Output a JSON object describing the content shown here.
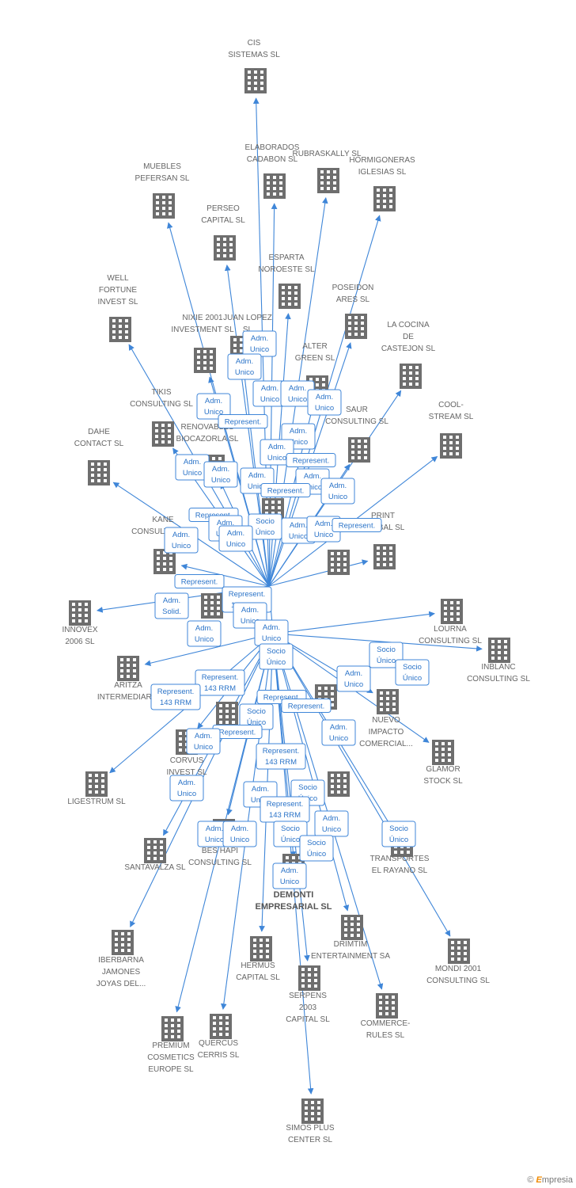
{
  "colors": {
    "edge": "#3f86d8",
    "building": "#6e6e6e",
    "focus": "#e03b24",
    "label": "#666666"
  },
  "focus": {
    "lines": [
      "DEMONTI",
      "EMPRESARIAL SL"
    ]
  },
  "nodes": [
    {
      "lines": [
        "CIS",
        "SISTEMAS SL"
      ]
    },
    {
      "lines": [
        "ELABORADOS",
        "CADABON  SL"
      ]
    },
    {
      "lines": [
        "RUBRASKALLY SL"
      ]
    },
    {
      "lines": [
        "HORMIGONERAS",
        "IGLESIAS SL"
      ]
    },
    {
      "lines": [
        "MUEBLES",
        "PEFERSAN SL"
      ]
    },
    {
      "lines": [
        "PERSEO",
        "CAPITAL SL"
      ]
    },
    {
      "lines": [
        "ESPARTA",
        "NOROESTE SL"
      ]
    },
    {
      "lines": [
        "WELL",
        "FORTUNE",
        "INVEST  SL"
      ]
    },
    {
      "lines": [
        "POSEIDON",
        "ARES SL"
      ]
    },
    {
      "lines": [
        "NIXIE 2001",
        "INVESTMENT SL"
      ]
    },
    {
      "lines": [
        "JUAN LOPEZ",
        "SL"
      ]
    },
    {
      "lines": [
        "LA COCINA",
        "DE",
        "CASTEJON SL"
      ]
    },
    {
      "lines": [
        "ALTER",
        "GREEN SL"
      ]
    },
    {
      "lines": [
        "TIKIS",
        "CONSULTING SL"
      ]
    },
    {
      "lines": [
        "SAUR",
        "CONSULTING SL"
      ]
    },
    {
      "lines": [
        "COOL-",
        "STREAM  SL"
      ]
    },
    {
      "lines": [
        "RENOVABLES",
        "BIOCAZORLA SL"
      ]
    },
    {
      "lines": [
        "DAHE",
        "CONTACT SL"
      ]
    },
    {
      "lines": [
        "KANE",
        "CONSULTING SL"
      ]
    },
    {
      "lines": [
        "PRINT",
        "GLOBAL SL"
      ]
    },
    {
      "lines": [
        "INNOVEX",
        "2006 SL"
      ]
    },
    {
      "lines": [
        "LOURNA",
        "CONSULTING SL"
      ]
    },
    {
      "lines": [
        "INBLANC",
        "CONSULTING SL"
      ]
    },
    {
      "lines": [
        "ARITZA",
        "INTERMEDIARIA"
      ]
    },
    {
      "lines": [
        "NUEVO",
        "IMPACTO",
        "COMERCIAL..."
      ]
    },
    {
      "lines": [
        "GLAMOR",
        "STOCK  SL"
      ]
    },
    {
      "lines": [
        "CORVUS",
        "INVEST SL"
      ]
    },
    {
      "lines": [
        "LIGESTRUM SL"
      ]
    },
    {
      "lines": [
        "SANTAVALZA SL"
      ]
    },
    {
      "lines": [
        "BES HAPI",
        "CONSULTING SL"
      ]
    },
    {
      "lines": [
        "TRANSPORTES",
        "EL RAYANO SL"
      ]
    },
    {
      "lines": [
        "IBERBARNA",
        "JAMONES",
        "JOYAS DEL..."
      ]
    },
    {
      "lines": [
        "HERMUS",
        "CAPITAL SL"
      ]
    },
    {
      "lines": [
        "DRIMTIM",
        "ENTERTAINMENT SA"
      ]
    },
    {
      "lines": [
        "MONDI 2001",
        "CONSULTING SL"
      ]
    },
    {
      "lines": [
        "SERPENS",
        "2003",
        "CAPITAL SL"
      ]
    },
    {
      "lines": [
        "COMMERCE-",
        "RULES  SL"
      ]
    },
    {
      "lines": [
        "PREMIUM",
        "COSMETICS",
        "EUROPE  SL"
      ]
    },
    {
      "lines": [
        "QUERCUS",
        "CERRIS SL"
      ]
    },
    {
      "lines": [
        "SIMOS PLUS",
        "CENTER SL"
      ]
    }
  ],
  "tags": [
    {
      "lines": [
        "Adm.",
        "Unico"
      ]
    },
    {
      "lines": [
        "Adm.",
        "Unico"
      ]
    },
    {
      "lines": [
        "Adm.",
        "Unico"
      ]
    },
    {
      "lines": [
        "Adm.",
        "Unico"
      ]
    },
    {
      "lines": [
        "Adm.",
        "Unico"
      ]
    },
    {
      "lines": [
        "Adm.",
        "Unico"
      ]
    },
    {
      "lines": [
        "Represent."
      ]
    },
    {
      "lines": [
        "Adm.",
        "Unico"
      ]
    },
    {
      "lines": [
        "Adm.",
        "Unico"
      ]
    },
    {
      "lines": [
        "Adm.",
        "Unico"
      ]
    },
    {
      "lines": [
        "Represent."
      ]
    },
    {
      "lines": [
        "Adm.",
        "Unico"
      ]
    },
    {
      "lines": [
        "Adm.",
        "Unico"
      ]
    },
    {
      "lines": [
        "Adm.",
        "Unico"
      ]
    },
    {
      "lines": [
        "Represent."
      ]
    },
    {
      "lines": [
        "Adm.",
        "Unico"
      ]
    },
    {
      "lines": [
        "Represent."
      ]
    },
    {
      "lines": [
        "Adm.",
        "Unico"
      ]
    },
    {
      "lines": [
        "Adm.",
        "Unico"
      ]
    },
    {
      "lines": [
        "Socio",
        "Único"
      ]
    },
    {
      "lines": [
        "Adm.",
        "Unico"
      ]
    },
    {
      "lines": [
        "Adm.",
        "Unico"
      ]
    },
    {
      "lines": [
        "Adm.",
        "Unico"
      ]
    },
    {
      "lines": [
        "Represent."
      ]
    },
    {
      "lines": [
        "Represent."
      ]
    },
    {
      "lines": [
        "Represent.",
        "143 RRM"
      ]
    },
    {
      "lines": [
        "Adm.",
        "Solid."
      ]
    },
    {
      "lines": [
        "Adm.",
        "Unico"
      ]
    },
    {
      "lines": [
        "Adm.",
        "Unico"
      ]
    },
    {
      "lines": [
        "Socio",
        "Único"
      ]
    },
    {
      "lines": [
        "Adm.",
        "Unico"
      ]
    },
    {
      "lines": [
        "Socio",
        "Único"
      ]
    },
    {
      "lines": [
        "Socio",
        "Único"
      ]
    },
    {
      "lines": [
        "Adm.",
        "Unico"
      ]
    },
    {
      "lines": [
        "Represent.",
        "143 RRM"
      ]
    },
    {
      "lines": [
        "Represent.",
        "143 RRM"
      ]
    },
    {
      "lines": [
        "Represent."
      ]
    },
    {
      "lines": [
        "Represent."
      ]
    },
    {
      "lines": [
        "Socio",
        "Único"
      ]
    },
    {
      "lines": [
        "Adm.",
        "Unico"
      ]
    },
    {
      "lines": [
        "Represent."
      ]
    },
    {
      "lines": [
        "Adm.",
        "Unico"
      ]
    },
    {
      "lines": [
        "Represent.",
        "143 RRM"
      ]
    },
    {
      "lines": [
        "Adm.",
        "Unico"
      ]
    },
    {
      "lines": [
        "Adm.",
        "Unico"
      ]
    },
    {
      "lines": [
        "Socio",
        "Único"
      ]
    },
    {
      "lines": [
        "Represent.",
        "143 RRM"
      ]
    },
    {
      "lines": [
        "Adm.",
        "Unico"
      ]
    },
    {
      "lines": [
        "Adm.",
        "Unico"
      ]
    },
    {
      "lines": [
        "Socio",
        "Único"
      ]
    },
    {
      "lines": [
        "Adm.",
        "Unico"
      ]
    },
    {
      "lines": [
        "Socio",
        "Único"
      ]
    },
    {
      "lines": [
        "Socio",
        "Único"
      ]
    },
    {
      "lines": [
        "Adm.",
        "Unico"
      ]
    }
  ],
  "footer": {
    "copyright": "©",
    "brand_initial": "E",
    "brand_rest": "mpresia"
  }
}
